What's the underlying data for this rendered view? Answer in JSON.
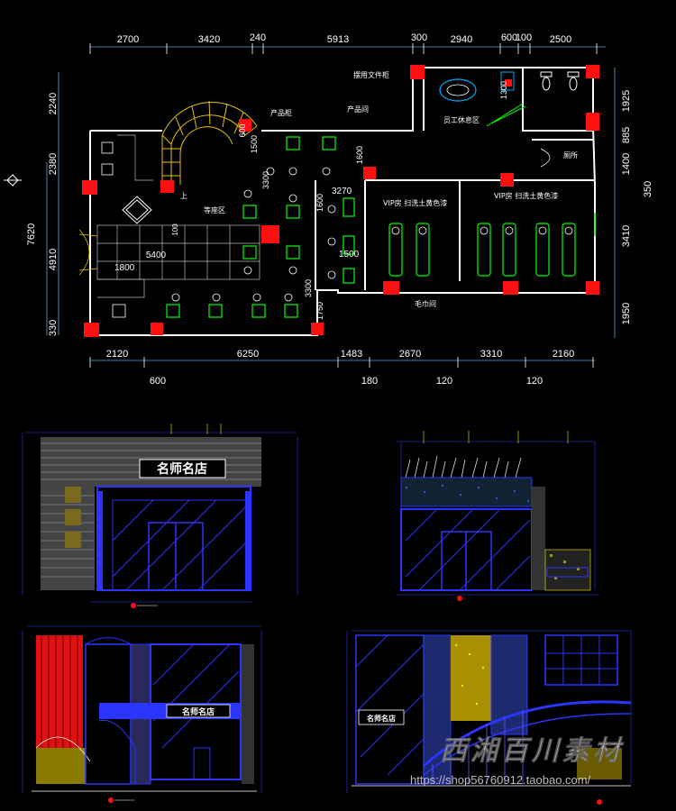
{
  "plan": {
    "top_dims": [
      "2700",
      "3420",
      "240",
      "5913",
      "300",
      "2940",
      "600",
      "100",
      "2500"
    ],
    "bottom_dims": [
      "2120",
      "6250",
      "1483",
      "2670",
      "3310",
      "2160"
    ],
    "bottom_dims2": [
      "600",
      "180",
      "120",
      "120"
    ],
    "left_dims": [
      "2240",
      "2380",
      "7620",
      "4910",
      "330"
    ],
    "right_dims": [
      "1925",
      "885",
      "1400",
      "3410",
      "1950",
      "350"
    ],
    "inner_dims": [
      "1300",
      "600",
      "1500",
      "3300",
      "1600",
      "3270",
      "1600",
      "1500",
      "3300",
      "1750",
      "5400",
      "1800",
      "100"
    ],
    "labels": {
      "storage": "摆用文件柜",
      "product_room": "产品间",
      "product_area": "产品柜",
      "staff_area": "员工休息区",
      "waiting_area": "等座区",
      "up_arrow": "上",
      "toilet": "厕所",
      "vip1": "VIP房  扫洗土黄色漆",
      "vip2": "VIP房  扫洗土黄色漆",
      "towel_room": "毛巾间"
    }
  },
  "elevation_a": {
    "sign": "名师名店"
  },
  "elevation_c": {
    "sign": "名师名店"
  },
  "elevation_d": {
    "sign": "名师名店"
  },
  "watermark": {
    "text": "西湘百川素材",
    "url": "https://shop56760912.taobao.com/"
  },
  "colors": {
    "background": "#000000",
    "wall": "#ffffff",
    "column": "#ff0000",
    "furniture": "#00ff00",
    "dimension": "#00c8ff",
    "blue_line": "#2a35ff",
    "yellow": "#ffee00"
  }
}
